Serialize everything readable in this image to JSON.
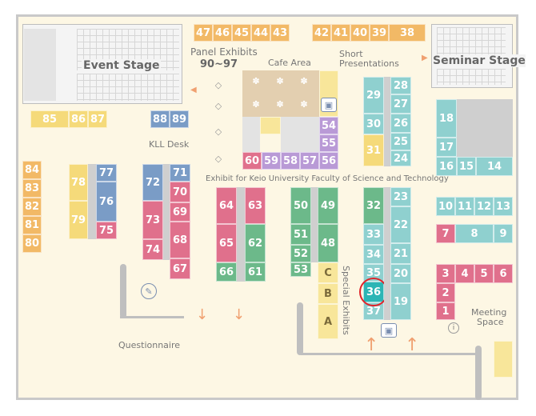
{
  "colors": {
    "orange": "#f2b966",
    "blue": "#7a9cc6",
    "pink": "#e0708c",
    "green": "#6cb98a",
    "teal": "#8fd0cf",
    "purple": "#b99ad6",
    "yellow": "#f5da7a",
    "yellow_light": "#f8e69a",
    "highlight_teal": "#2cb5b5",
    "highlight_ring": "#e0232a"
  },
  "areas": {
    "event_stage": "Event Stage",
    "seminar_stage": "Seminar Stage",
    "cafe_area": "Cafe Area",
    "panel_exhibits": "Panel Exhibits",
    "panel_range": "90~97",
    "short_presentations_1": "Short",
    "short_presentations_2": "Presentations",
    "kll_desk": "KLL Desk",
    "keio_exhibit": "Exhibit for Keio University Faculty of Science and Technology",
    "special_exhibits": "Special Exhibits",
    "meeting_1": "Meeting",
    "meeting_2": "Space",
    "questionnaire": "Questionnaire"
  },
  "highlighted_booth": "36",
  "booths": {
    "b47": "47",
    "b46": "46",
    "b45": "45",
    "b44": "44",
    "b43": "43",
    "b42": "42",
    "b41": "41",
    "b40": "40",
    "b39": "39",
    "b38": "38",
    "b85": "85",
    "b86": "86",
    "b87": "87",
    "b88": "88",
    "b89": "89",
    "b84": "84",
    "b83": "83",
    "b82": "82",
    "b81": "81",
    "b80": "80",
    "b78": "78",
    "b79": "79",
    "b77": "77",
    "b76": "76",
    "b75": "75",
    "b72": "72",
    "b73": "73",
    "b74": "74",
    "b71": "71",
    "b70": "70",
    "b69": "69",
    "b68": "68",
    "b67": "67",
    "b64": "64",
    "b65": "65",
    "b66": "66",
    "b63": "63",
    "b62": "62",
    "b61": "61",
    "b60": "60",
    "b59": "59",
    "b58": "58",
    "b57": "57",
    "b56": "56",
    "b55": "55",
    "b54": "54",
    "b50": "50",
    "b51": "51",
    "b52": "52",
    "b53": "53",
    "b49": "49",
    "b48": "48",
    "bA": "A",
    "bB": "B",
    "bC": "C",
    "b29": "29",
    "b30": "30",
    "b31": "31",
    "b28": "28",
    "b27": "27",
    "b26": "26",
    "b25": "25",
    "b24": "24",
    "b32": "32",
    "b33": "33",
    "b34": "34",
    "b35": "35",
    "b36": "36",
    "b37": "37",
    "b23": "23",
    "b22": "22",
    "b21": "21",
    "b20": "20",
    "b19": "19",
    "b18": "18",
    "b17": "17",
    "b16": "16",
    "b15": "15",
    "b14": "14",
    "b10": "10",
    "b11": "11",
    "b12": "12",
    "b13": "13",
    "b7": "7",
    "b8": "8",
    "b9": "9",
    "b3": "3",
    "b4": "4",
    "b5": "5",
    "b6": "6",
    "b2": "2",
    "b1": "1"
  }
}
